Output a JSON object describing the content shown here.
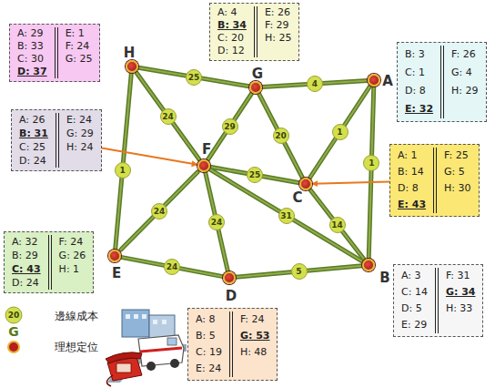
{
  "diagram": {
    "nodes": [
      {
        "text": [
          "A: 29",
          "B: 33",
          "C: 30",
          "D: 37",
          "E: 1",
          "F: 24",
          "G: 25"
        ]
      },
      {
        "text": [
          "H"
        ]
      },
      {
        "text": [
          "A: 4",
          "B: 34",
          "C: 20",
          "D: 12",
          "E: 26",
          "F: 29",
          "H: 25"
        ]
      },
      {
        "text": [
          "G"
        ]
      },
      {
        "text": [
          "B: 3",
          "C: 1",
          "D: 8",
          "E: 32",
          "F: 26",
          "G: 4",
          "H: 29"
        ]
      },
      {
        "text": [
          "A"
        ]
      },
      {
        "text": [
          "A: 26",
          "B: 31",
          "C: 25",
          "D: 24",
          "E: 24",
          "G: 29",
          "H: 24"
        ]
      },
      {
        "text": [
          "F"
        ]
      },
      {
        "text": [
          "A: 1",
          "B: 14",
          "D: 8",
          "E: 43",
          "F: 25",
          "G: 5",
          "H: 30"
        ]
      },
      {
        "text": [
          "C"
        ]
      },
      {
        "text": [
          "A: 32",
          "B: 29",
          "C: 43",
          "D: 24",
          "F: 24",
          "G: 26",
          "H: 1"
        ]
      },
      {
        "text": [
          "E"
        ]
      },
      {
        "text": [
          "A: 8",
          "B: 5",
          "C: 19",
          "E: 24",
          "F: 24",
          "G: 53",
          "H: 48"
        ]
      },
      {
        "text": [
          "D"
        ]
      },
      {
        "text": [
          "A: 3",
          "C: 14",
          "D: 5",
          "E: 29",
          "F: 31",
          "G: 34",
          "H: 33"
        ]
      },
      {
        "text": [
          "B"
        ]
      }
    ],
    "edges": [
      {
        "from": 1,
        "to": 3,
        "arrow": "none",
        "label": "25"
      },
      {
        "from": 3,
        "to": 5,
        "arrow": "none",
        "label": "4"
      },
      {
        "from": 1,
        "to": 7,
        "arrow": "none",
        "label": "24"
      },
      {
        "from": 1,
        "to": 11,
        "arrow": "none",
        "label": "1"
      },
      {
        "from": 3,
        "to": 7,
        "arrow": "none",
        "label": "29"
      },
      {
        "from": 3,
        "to": 9,
        "arrow": "none",
        "label": "20"
      },
      {
        "from": 5,
        "to": 9,
        "arrow": "none",
        "label": "1"
      },
      {
        "from": 5,
        "to": 15,
        "arrow": "none",
        "label": "1"
      },
      {
        "from": 7,
        "to": 9,
        "arrow": "none",
        "label": "25"
      },
      {
        "from": 7,
        "to": 11,
        "arrow": "none",
        "label": "24"
      },
      {
        "from": 7,
        "to": 13,
        "arrow": "none",
        "label": "24"
      },
      {
        "from": 7,
        "to": 15,
        "arrow": "none",
        "label": "31"
      },
      {
        "from": 9,
        "to": 15,
        "arrow": "none",
        "label": "14"
      },
      {
        "from": 11,
        "to": 13,
        "arrow": "none",
        "label": "24"
      },
      {
        "from": 13,
        "to": 15,
        "arrow": "none",
        "label": "5"
      },
      {
        "from": 6,
        "to": 7,
        "arrow": "to"
      },
      {
        "from": 8,
        "to": 9,
        "arrow": "to"
      }
    ],
    "labels": [
      "20",
      "G"
    ],
    "legend": [
      {
        "text": "邊線成本"
      },
      {
        "text": "理想定位"
      }
    ]
  }
}
